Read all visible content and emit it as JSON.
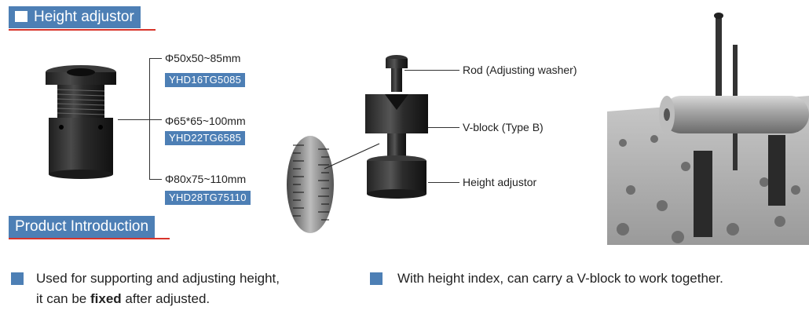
{
  "header": {
    "title": "Height adjustor"
  },
  "specs": [
    {
      "dim": "Φ50x50~85mm",
      "model": "YHD16TG5085"
    },
    {
      "dim": "Φ65*65~100mm",
      "model": "YHD22TG6585"
    },
    {
      "dim": "Φ80x75~110mm",
      "model": "YHD28TG75110"
    }
  ],
  "callouts": {
    "rod": "Rod (Adjusting washer)",
    "vblock": "V-block (Type B)",
    "adjustor": "Height adjustor"
  },
  "intro": {
    "title": "Product Introduction"
  },
  "bullets": {
    "b1_line1": "Used for supporting and adjusting height,",
    "b1_line2_pre": "it can be ",
    "b1_line2_bold": "fixed",
    "b1_line2_post": " after adjusted.",
    "b2": "With height index, can carry a V-block to work together."
  },
  "colors": {
    "accent": "#4d7fb5",
    "underline": "#d8342a"
  }
}
